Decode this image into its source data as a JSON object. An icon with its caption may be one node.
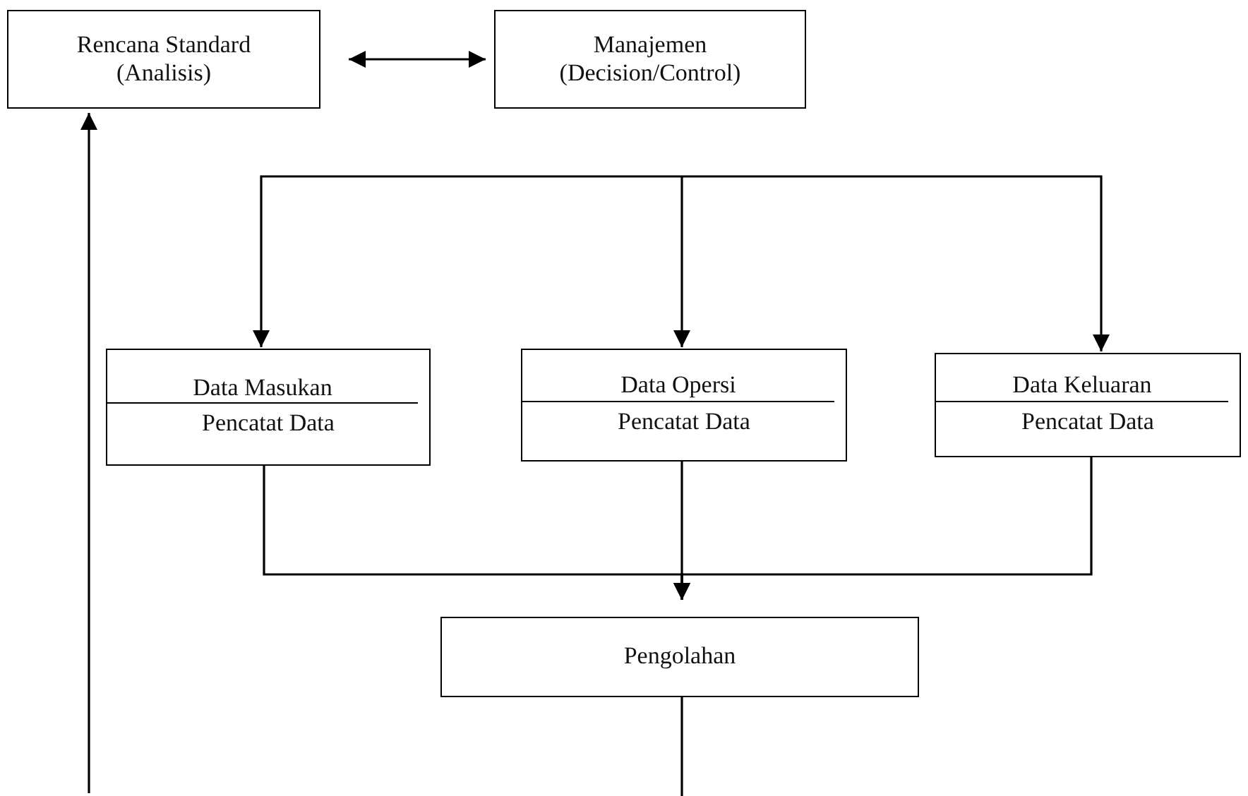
{
  "diagram": {
    "nodes": [
      {
        "text": [
          "Rencana Standard (Analisis)"
        ]
      },
      {
        "text": [
          "Manajemen (Decision/Control)"
        ]
      },
      {
        "text": [
          "Data Masukan",
          "Pencatat Data"
        ]
      },
      {
        "text": [
          "Data Opersi",
          "Pencatat Data"
        ]
      },
      {
        "text": [
          "Data Keluaran",
          "Pencatat Data"
        ]
      },
      {
        "text": [
          "Pengolahan"
        ]
      }
    ],
    "edges": [
      {
        "from": 0,
        "to": 1,
        "arrow": "both"
      },
      {
        "from": null,
        "to": 2,
        "arrow": "to"
      },
      {
        "from": null,
        "to": 3,
        "arrow": "to"
      },
      {
        "from": null,
        "to": 4,
        "arrow": "to"
      },
      {
        "from": 2,
        "to": 5,
        "arrow": "to"
      },
      {
        "from": 3,
        "to": 5,
        "arrow": "to"
      },
      {
        "from": 4,
        "to": 5,
        "arrow": "to"
      },
      {
        "from": 5,
        "to": null,
        "arrow": "none"
      },
      {
        "from": null,
        "to": 0,
        "arrow": "to"
      }
    ]
  }
}
